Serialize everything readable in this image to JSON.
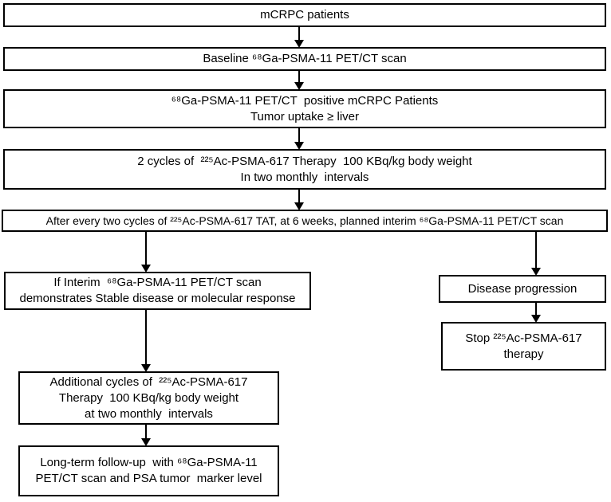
{
  "figure": {
    "type": "flowchart",
    "background_color": "#ffffff",
    "box_border_color": "#000000",
    "text_color": "#000000",
    "nodes": {
      "mcrpc_patients": {
        "label": "mCRPC patients"
      },
      "baseline_scan": {
        "label": "Baseline ⁶⁸Ga-PSMA-11 PET/CT scan"
      },
      "positive_patients": {
        "label": "⁶⁸Ga-PSMA-11 PET/CT  positive mCRPC Patients\nTumor uptake ≥ liver"
      },
      "therapy_two_cycles": {
        "label": "2 cycles of  ²²⁵Ac-PSMA-617 Therapy  100 KBq/kg body weight\nIn two monthly  intervals"
      },
      "interim_scan": {
        "label": "After every two cycles of ²²⁵Ac-PSMA-617 TAT, at 6 weeks, planned interim ⁶⁸Ga-PSMA-11 PET/CT scan"
      },
      "stable_or_response": {
        "label": "If Interim  ⁶⁸Ga-PSMA-11 PET/CT scan\ndemonstrates Stable disease or molecular response"
      },
      "additional_cycles": {
        "label": "Additional cycles of  ²²⁵Ac-PSMA-617\nTherapy  100 KBq/kg body weight\nat two monthly  intervals"
      },
      "long_term_followup": {
        "label": "Long-term follow-up  with ⁶⁸Ga-PSMA-11\nPET/CT scan and PSA tumor  marker level"
      },
      "disease_progression": {
        "label": "Disease progression"
      },
      "stop_therapy": {
        "label": "Stop ²²⁵Ac-PSMA-617\ntherapy"
      }
    }
  }
}
